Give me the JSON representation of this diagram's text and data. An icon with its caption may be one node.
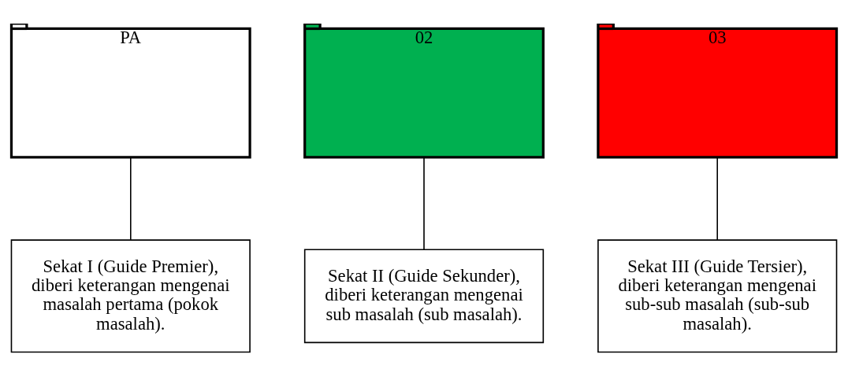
{
  "diagram": {
    "nodes": [
      {
        "text": [
          "PA"
        ]
      },
      {
        "text": [
          "02"
        ]
      },
      {
        "text": [
          "03"
        ]
      },
      {
        "text": [
          "Sekat I (Guide Premier), diberi keterangan mengenai masalah pertama (pokok masalah)."
        ]
      },
      {
        "text": [
          "Sekat II (Guide Sekunder), diberi keterangan mengenai sub masalah (sub masalah)."
        ]
      },
      {
        "text": [
          "Sekat III (Guide Tersier), diberi keterangan mengenai sub-sub masalah (sub-sub masalah)."
        ]
      }
    ],
    "edges": [
      {
        "from": 3,
        "to": 0,
        "arrow": "none"
      },
      {
        "from": 4,
        "to": 1,
        "arrow": "none"
      },
      {
        "from": 5,
        "to": 2,
        "arrow": "none"
      }
    ]
  }
}
